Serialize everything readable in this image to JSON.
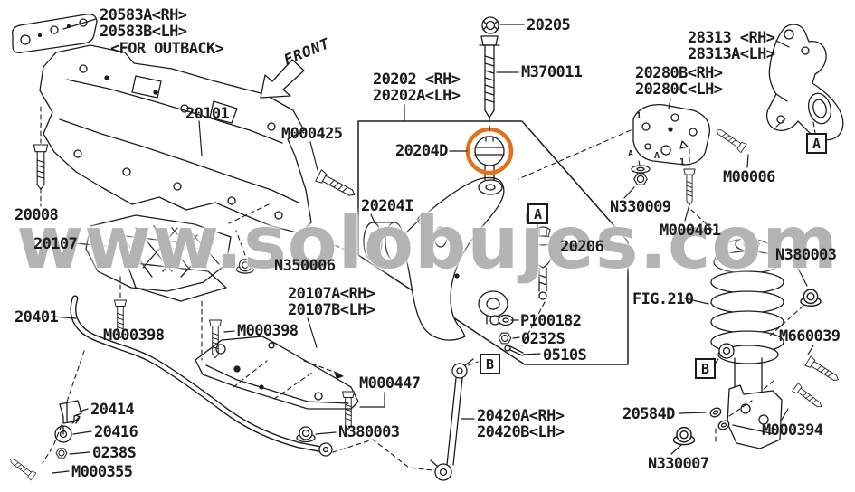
{
  "watermark": {
    "text": "www.solobujes.com",
    "color": "#a8a8a8"
  },
  "front_marker": {
    "label": "FRONT"
  },
  "refs": {
    "a": "A",
    "b": "B"
  },
  "highlight": {
    "part": "20204D",
    "color": "#e2711d"
  },
  "line_color": "#1c1c1c",
  "part_marks": {
    "m1": "1",
    "m2": "A",
    "m3": "A",
    "m4": "1"
  },
  "labels": {
    "l20583a": "20583A<RH>",
    "l20583b": "20583B<LH>",
    "outback_note": "<FOR OUTBACK>",
    "l20101": "20101",
    "m000425": "M000425",
    "l20008": "20008",
    "l20107": "20107",
    "n350006": "N350006",
    "l20401": "20401",
    "m000398a": "M000398",
    "m000398b": "M000398",
    "l20414": "20414",
    "l20416": "20416",
    "s0238": "0238S",
    "m000355": "M000355",
    "l20107a": "20107A<RH>",
    "l20107b": "20107B<LH>",
    "m000447": "M000447",
    "n380003a": "N380003",
    "l20420a": "20420A<RH>",
    "l20420b": "20420B<LH>",
    "l20202": "20202 <RH>",
    "l20202a": "20202A<LH>",
    "l20204d": "20204D",
    "l20204i": "20204I",
    "l20205": "20205",
    "m370011": "M370011",
    "l20206": "20206",
    "p100182": "P100182",
    "s0232": "0232S",
    "s0510": "0510S",
    "l28313": "28313 <RH>",
    "l28313a": "28313A<LH>",
    "l20280b": "20280B<RH>",
    "l20280c": "20280C<LH>",
    "n330009": "N330009",
    "m000461": "M000461",
    "m00006": "M00006",
    "n380003b": "N380003",
    "fig210": "FIG.210",
    "m660039": "M660039",
    "l20584d": "20584D",
    "m000394": "M000394",
    "n330007": "N330007"
  }
}
